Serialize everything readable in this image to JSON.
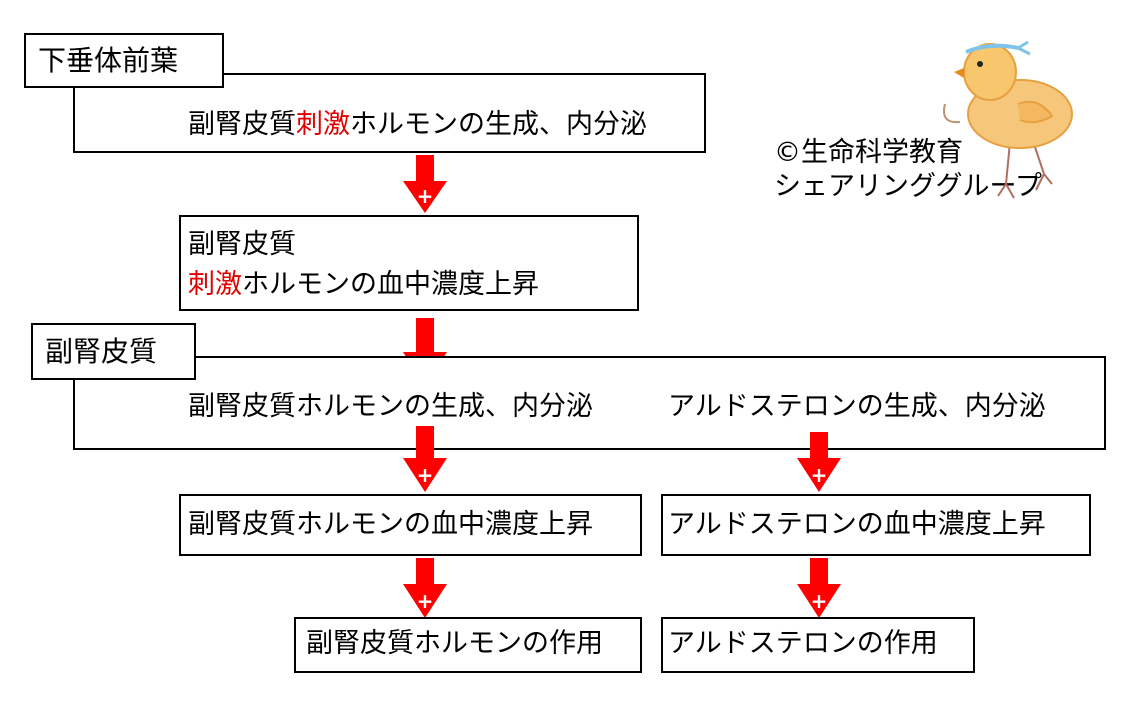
{
  "pituitary": {
    "label": "下垂体前葉",
    "process": {
      "pre": "副腎皮質",
      "red": "刺激",
      "post": "ホルモンの生成、内分泌"
    }
  },
  "acth_blood": {
    "line1": "副腎皮質",
    "line2_red": "刺激",
    "line2_post": "ホルモンの血中濃度上昇"
  },
  "adrenal": {
    "label": "副腎皮質",
    "process_left": "副腎皮質ホルモンの生成、内分泌",
    "process_right": "アルドステロンの生成、内分泌"
  },
  "blood_left": "副腎皮質ホルモンの血中濃度上昇",
  "blood_right": "アルドステロンの血中濃度上昇",
  "effect_left": "副腎皮質ホルモンの作用",
  "effect_right": "アルドステロンの作用",
  "credit": {
    "line1": "©生命科学教育",
    "line2": "シェアリンググループ"
  },
  "arrow_sign": "+",
  "colors": {
    "arrow": "#ff0000",
    "highlight": "#e00000",
    "border": "#000000"
  }
}
